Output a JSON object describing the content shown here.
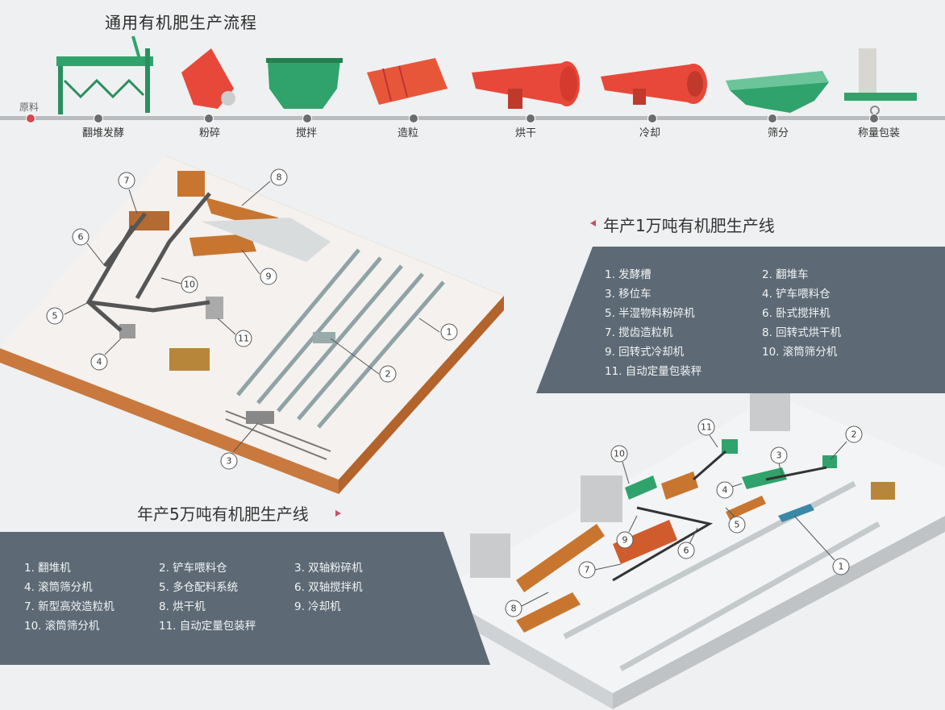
{
  "title": "通用有机肥生产流程",
  "flow": {
    "start": "原料",
    "steps": [
      "翻堆发酵",
      "粉碎",
      "搅拌",
      "造粒",
      "烘干",
      "冷却",
      "筛分",
      "称量包装"
    ]
  },
  "line_1": {
    "title": "年产1万吨有机肥生产线",
    "items": [
      "1. 发酵槽",
      "2. 翻堆车",
      "3. 移位车",
      "4. 铲车喂料仓",
      "5. 半湿物料粉碎机",
      "6. 卧式搅拌机",
      "7. 搅齿造粒机",
      "8. 回转式烘干机",
      "9. 回转式冷却机",
      "10. 滚筒筛分机",
      "11. 自动定量包装秤"
    ],
    "callouts": [
      "1",
      "2",
      "3",
      "4",
      "5",
      "6",
      "7",
      "8",
      "9",
      "10",
      "11"
    ]
  },
  "line_5": {
    "title": "年产5万吨有机肥生产线",
    "items": [
      "1. 翻堆机",
      "2. 铲车喂料仓",
      "3. 双轴粉碎机",
      "4. 滚筒筛分机",
      "5. 多仓配料系统",
      "6. 双轴搅拌机",
      "7. 新型高效造粒机",
      "8. 烘干机",
      "9. 冷却机",
      "10. 滚筒筛分机",
      "11. 自动定量包装秤"
    ],
    "callouts": [
      "1",
      "2",
      "3",
      "4",
      "5",
      "6",
      "7",
      "8",
      "9",
      "10",
      "11"
    ]
  },
  "colors": {
    "panel": "#5d6a75",
    "accent": "#d4474f",
    "machine_red": "#e8483a",
    "machine_green": "#2fa36b",
    "platform_side": "#b3642c"
  }
}
